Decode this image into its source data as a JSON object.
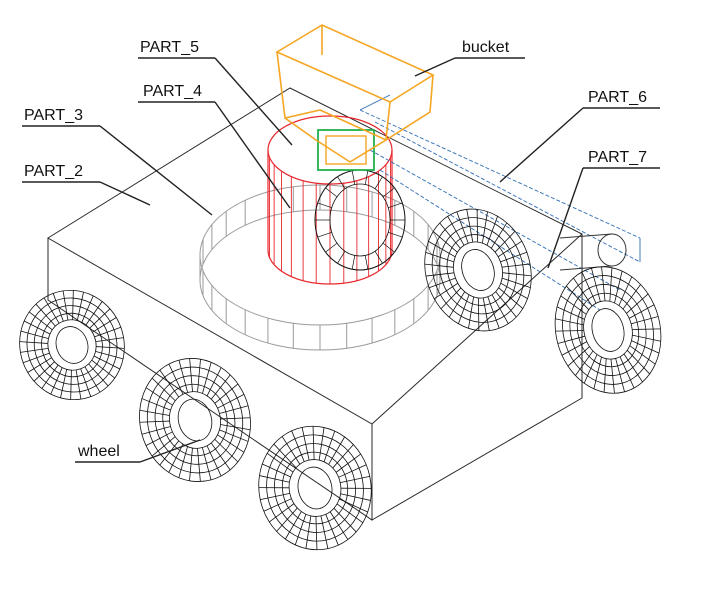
{
  "labels": {
    "part5": "PART_5",
    "part4": "PART_4",
    "part3": "PART_3",
    "part2": "PART_2",
    "part6": "PART_6",
    "part7": "PART_7",
    "bucket": "bucket",
    "wheel": "wheel"
  },
  "colors": {
    "bucket": "#f5a623",
    "part5": "#e8262b",
    "part6": "#2f6db5",
    "accent": "#22b14c",
    "structure": "#222222",
    "ring": "#9a9a9a"
  }
}
